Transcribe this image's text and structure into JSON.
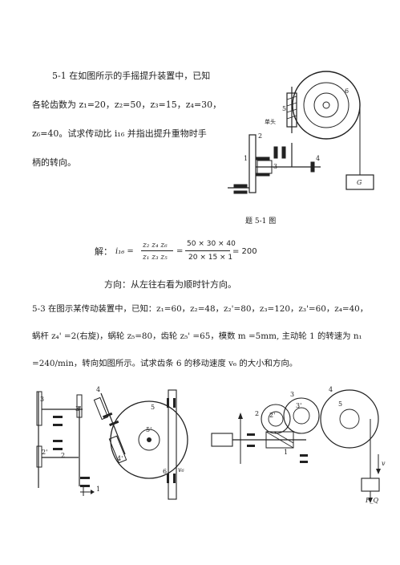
{
  "problem_5_1": {
    "line1": "5-1 在如图所示的手摇提升装置中，已知",
    "line2": "各轮齿数为 z₁=20，z₂=50，z₃=15，z₄=30，",
    "line3": "z₆=40。试求传动比 i₁₆ 并指出提升重物时手",
    "line4": "柄的转向。",
    "figure_caption": "题 5-1 图",
    "figure_labels": {
      "n1": "1",
      "n2": "2",
      "n3": "3",
      "n4": "4",
      "n5": "5",
      "n6": "6",
      "worm": "单头",
      "load": "G"
    }
  },
  "solution": {
    "prefix": "解：",
    "lhs": "i₁₆ =",
    "numerator_symbolic": "z₂ z₄ z₆",
    "denominator_symbolic": "z₁ z₃ z₅",
    "numerator_values": "50 × 30 × 40",
    "denominator_values": "20 × 15 × 1",
    "result": "= 200",
    "eq1": "=",
    "direction": "方向：从左往右看为顺时针方向。"
  },
  "problem_5_3": {
    "line1": "5-3  在图示某传动装置中，已知：z₁=60，z₂=48，z₂'=80，z₃=120，z₃'=60，z₄=40，",
    "line2": "蜗杆 z₄' =2(右旋)，蜗轮 z₅=80，齿轮 z₅' =65，模数 m =5mm, 主动轮 1 的转速为 n₁",
    "line3": "=240/min，转向如图所示。试求齿条 6 的移动速度 v₆ 的大小和方向。",
    "left_labels": {
      "l3": "3",
      "l3p": "3'",
      "l4": "4",
      "l5": "5",
      "l5p": "5'",
      "l4p": "4'",
      "l2p": "2'",
      "l2": "2",
      "l1": "1",
      "l6": "6",
      "v6": "v₆"
    },
    "right_labels": {
      "r2": "2",
      "r2p": "2'",
      "r3": "3",
      "r3p": "3'",
      "r4": "4",
      "r5": "5",
      "r1": "1",
      "rv": "v",
      "rfq": "F_Q"
    }
  }
}
